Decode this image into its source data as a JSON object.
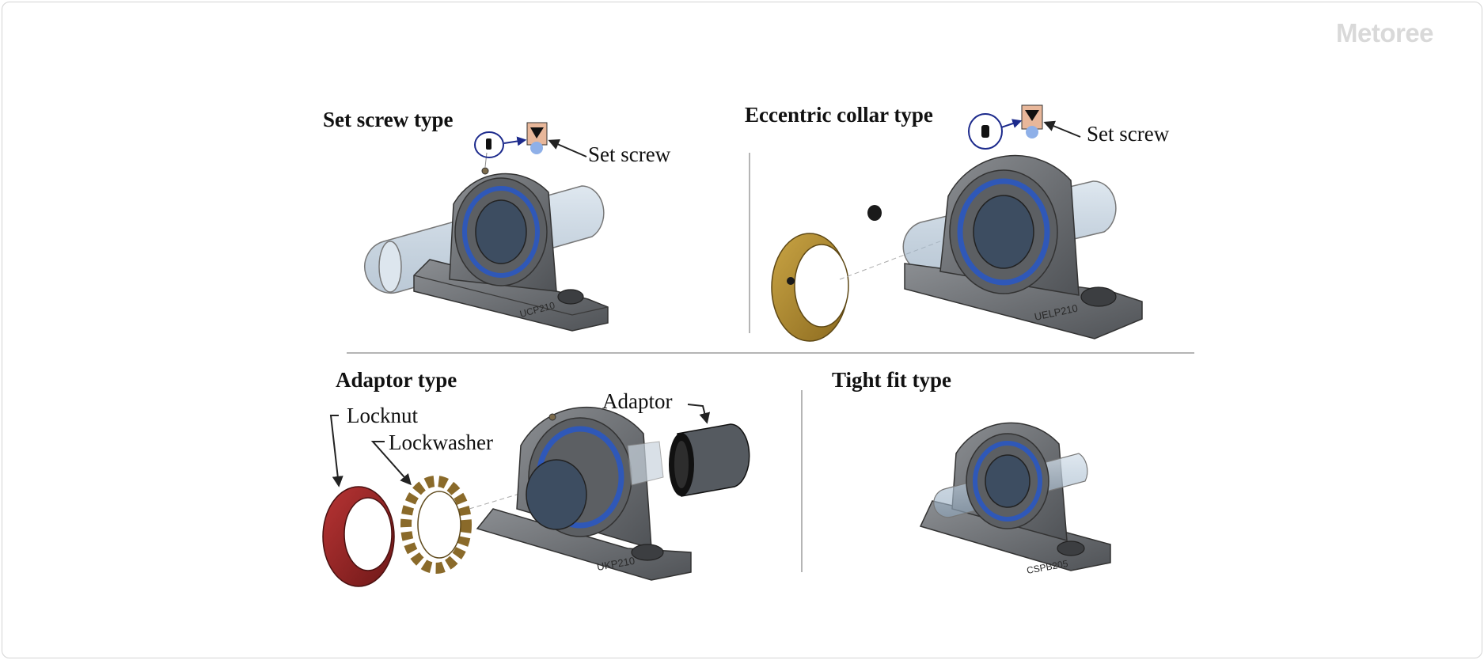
{
  "watermark": "Metoree",
  "sections": {
    "set_screw": {
      "title": "Set screw type",
      "callout": "Set screw",
      "model": "UCP210"
    },
    "eccentric": {
      "title": "Eccentric collar type",
      "callout": "Set screw",
      "model": "UELP210"
    },
    "adaptor": {
      "title": "Adaptor type",
      "adaptor_label": "Adaptor",
      "locknut_label": "Locknut",
      "lockwasher_label": "Lockwasher",
      "model": "UKP210"
    },
    "tight_fit": {
      "title": "Tight fit type",
      "model": "CSPB205"
    }
  },
  "colors": {
    "housing": "#6f7276",
    "bearing_ring": "#2f58b8",
    "collar": "#b08a2e",
    "locknut": "#9b2424",
    "lockwasher": "#8a6a2a",
    "shaft": "#9fb4c8"
  }
}
